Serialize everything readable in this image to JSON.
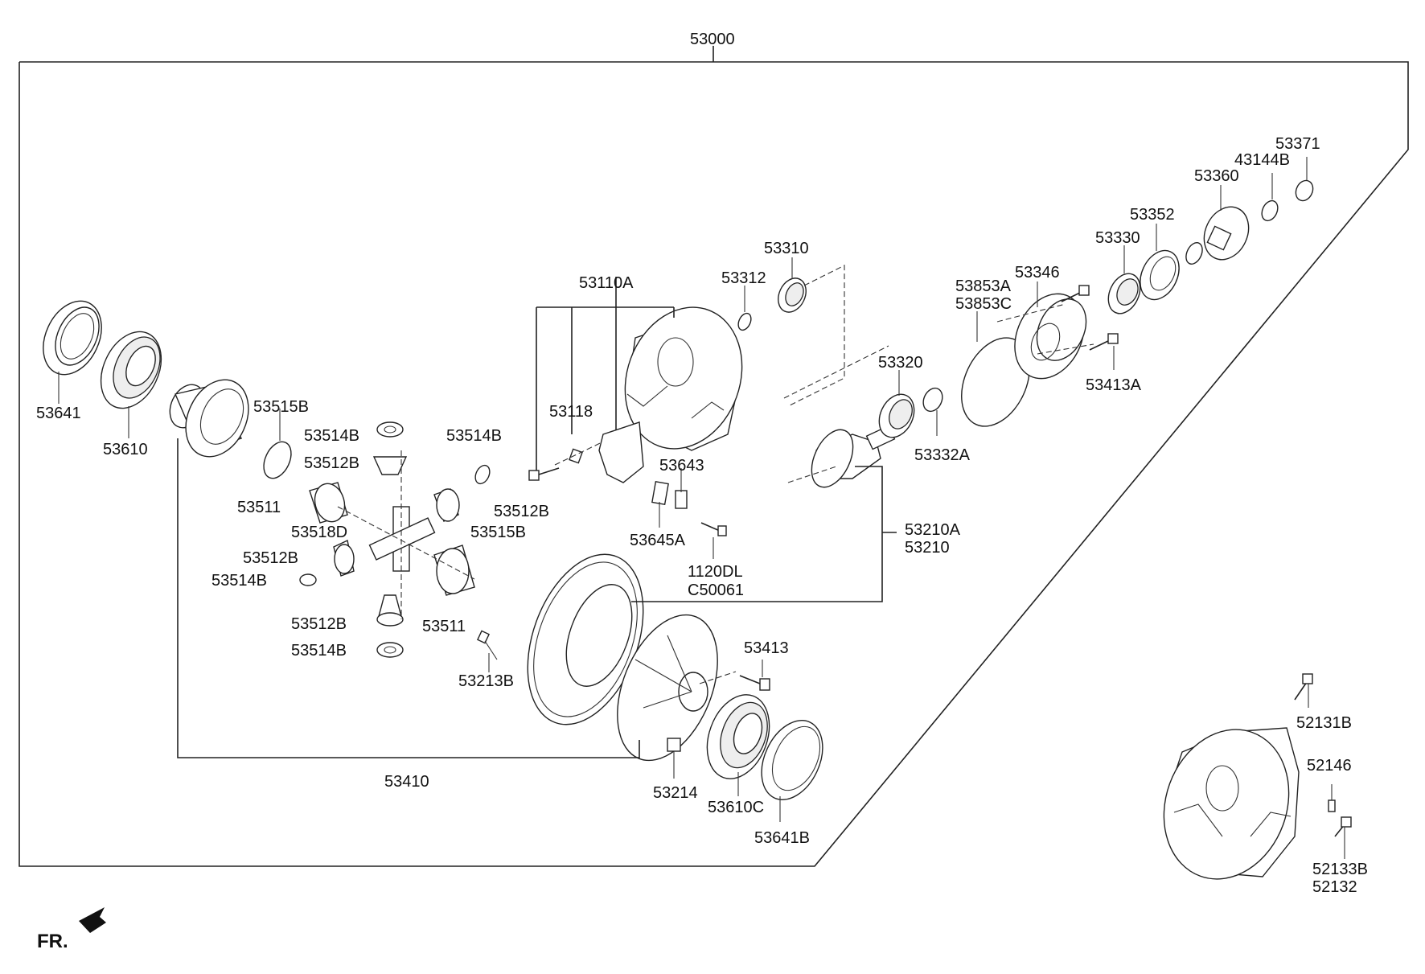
{
  "labels": {
    "l53000": "53000",
    "l53641": "53641",
    "l53610": "53610",
    "l53515B_a": "53515B",
    "l53514B_a": "53514B",
    "l53512B_a": "53512B",
    "l53511_a": "53511",
    "l53518D": "53518D",
    "l53512B_b": "53512B",
    "l53514B_b": "53514B",
    "l53512B_c": "53512B",
    "l53514B_c": "53514B",
    "l53511_b": "53511",
    "l53514B_d": "53514B",
    "l53512B_d": "53512B",
    "l53515B_b": "53515B",
    "l53110A": "53110A",
    "l53118": "53118",
    "l53643": "53643",
    "l53645A": "53645A",
    "l1120DL": "1120DL",
    "lC50061": "C50061",
    "l53312": "53312",
    "l53310": "53310",
    "l53320": "53320",
    "l53332A": "53332A",
    "l53210A": "53210A",
    "l53210": "53210",
    "l53853A": "53853A",
    "l53853C": "53853C",
    "l53346": "53346",
    "l53413A": "53413A",
    "l53330": "53330",
    "l53352": "53352",
    "l53360": "53360",
    "l43144B": "43144B",
    "l53371": "53371",
    "l53213B": "53213B",
    "l53413": "53413",
    "l53410": "53410",
    "l53214": "53214",
    "l53610C": "53610C",
    "l53641B": "53641B",
    "l52131B": "52131B",
    "l52146": "52146",
    "l52133B": "52133B",
    "l52132": "52132",
    "fr": "FR."
  },
  "icons": {
    "direction": "front-direction-arrow-icon"
  }
}
